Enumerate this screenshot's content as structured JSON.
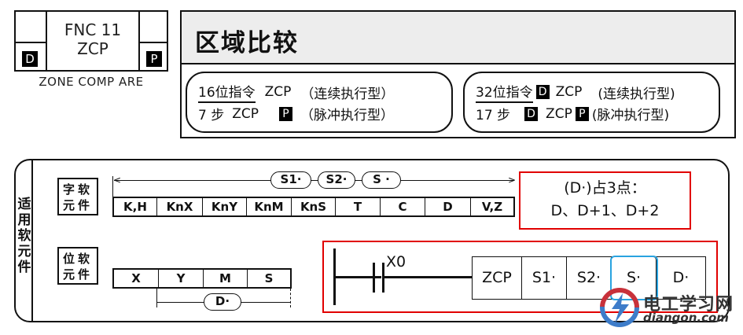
{
  "fnc": {
    "code_line1": "FNC 11",
    "code_line2": "ZCP",
    "left_tag": "D",
    "right_tag": "P",
    "caption": "ZONE COMP ARE"
  },
  "title": {
    "text": "区域比较"
  },
  "instr16": {
    "bits": "16位指令",
    "mnemonic": "ZCP",
    "continuous": "（连续执行型）",
    "steps": "7 步",
    "pulse_mnemonic": "ZCP",
    "pulse_tag": "P",
    "pulse": "（脉冲执行型）"
  },
  "instr32": {
    "bits": "32位指令",
    "d_tag": "D",
    "mnemonic": "ZCP",
    "continuous": "(连续执行型)",
    "steps": "17 步",
    "d_tag2": "D",
    "pulse_mnemonic": "ZCP",
    "pulse_tag": "P",
    "pulse": "(脉冲执行型)"
  },
  "panel": {
    "vertical_label": [
      "适",
      "用",
      "软",
      "元",
      "件"
    ],
    "word_devices": {
      "label": [
        "字软",
        "元件"
      ],
      "cells": [
        "K,H",
        "KnX",
        "KnY",
        "KnM",
        "KnS",
        "T",
        "C",
        "D",
        "V,Z"
      ],
      "operands": [
        "S1·",
        "S2·",
        "S ·"
      ]
    },
    "bit_devices": {
      "label": [
        "位软",
        "元件"
      ],
      "cells": [
        "X",
        "Y",
        "M",
        "S"
      ],
      "operand": "D·"
    }
  },
  "note": {
    "line1": "(D·)占3点：",
    "line2": "D、D+1、D+2",
    "border_color": "#e10000"
  },
  "ladder": {
    "contact": "X0",
    "cells": [
      "ZCP",
      "S1·",
      "S2·",
      "S·",
      "D·"
    ],
    "highlight_index": 3,
    "highlight_color": "#29a3e0",
    "frame_color": "#e10000"
  },
  "watermark": {
    "cn": "电工学习网",
    "en": "diangon.com"
  }
}
